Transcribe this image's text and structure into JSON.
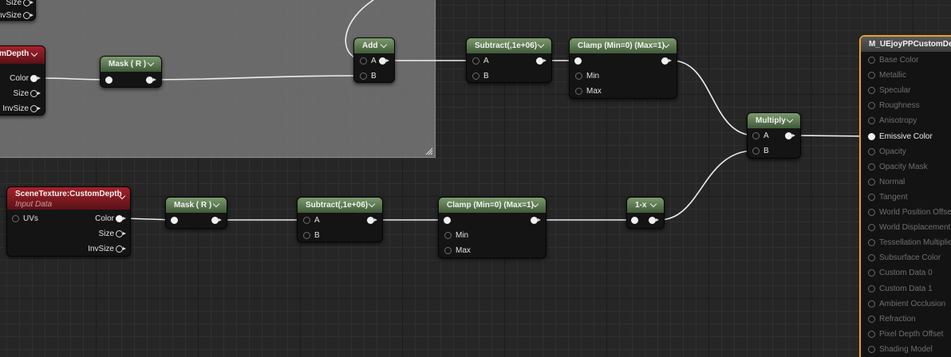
{
  "comment_box": {
    "label": ""
  },
  "top_left_partial": {
    "size_label": "Size",
    "invsize_label": "InvSize"
  },
  "scene_texture_partial": {
    "title": "mDepth",
    "color": "Color",
    "size": "Size",
    "invsize": "InvSize"
  },
  "mask_top": {
    "title": "Mask ( R )"
  },
  "add_node": {
    "title": "Add",
    "a": "A",
    "b": "B"
  },
  "subtract_top": {
    "title": "Subtract(,1e+06)",
    "a": "A",
    "b": "B"
  },
  "clamp_top": {
    "title": "Clamp (Min=0) (Max=1)",
    "min": "Min",
    "max": "Max"
  },
  "multiply_node": {
    "title": "Multiply",
    "a": "A",
    "b": "B"
  },
  "scene_texture_bottom": {
    "title": "SceneTexture:CustomDepth",
    "subtitle": "Input Data",
    "uvs": "UVs",
    "color": "Color",
    "size": "Size",
    "invsize": "InvSize"
  },
  "mask_bottom": {
    "title": "Mask ( R )"
  },
  "subtract_bottom": {
    "title": "Subtract(,1e+06)",
    "a": "A",
    "b": "B"
  },
  "clamp_bottom": {
    "title": "Clamp (Min=0) (Max=1)",
    "min": "Min",
    "max": "Max"
  },
  "one_minus": {
    "title": "1-x"
  },
  "material_result": {
    "title": "M_UEjoyPPCustomDepth",
    "pins": [
      {
        "label": "Base Color",
        "active": false
      },
      {
        "label": "Metallic",
        "active": false
      },
      {
        "label": "Specular",
        "active": false
      },
      {
        "label": "Roughness",
        "active": false
      },
      {
        "label": "Anisotropy",
        "active": false
      },
      {
        "label": "Emissive Color",
        "active": true
      },
      {
        "label": "Opacity",
        "active": false
      },
      {
        "label": "Opacity Mask",
        "active": false
      },
      {
        "label": "Normal",
        "active": false
      },
      {
        "label": "Tangent",
        "active": false
      },
      {
        "label": "World Position Offset",
        "active": false
      },
      {
        "label": "World Displacement",
        "active": false
      },
      {
        "label": "Tessellation Multiplier",
        "active": false
      },
      {
        "label": "Subsurface Color",
        "active": false
      },
      {
        "label": "Custom Data 0",
        "active": false
      },
      {
        "label": "Custom Data 1",
        "active": false
      },
      {
        "label": "Ambient Occlusion",
        "active": false
      },
      {
        "label": "Refraction",
        "active": false
      },
      {
        "label": "Pixel Depth Offset",
        "active": false
      },
      {
        "label": "Shading Model",
        "active": false
      }
    ]
  },
  "colors": {
    "node_header": "#5c7a50",
    "scene_texture_header": "#8a1c24",
    "result_border": "#e8a22c",
    "wire": "#f0f0f0"
  }
}
